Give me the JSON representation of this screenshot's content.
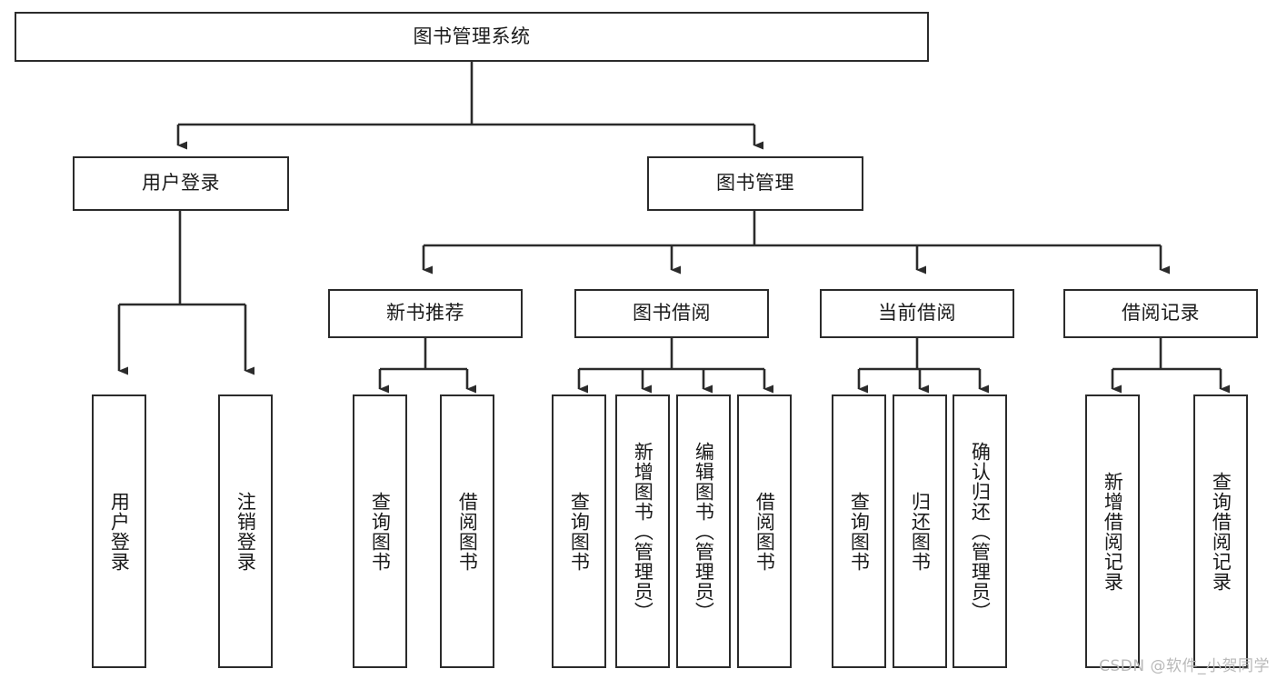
{
  "diagram": {
    "title": "图书管理系统",
    "type": "tree-hierarchy-diagram",
    "watermark": "CSDN @软件_小贺同学",
    "colors": {
      "box_border": "#2b2b2b",
      "box_fill": "#ffffff",
      "line": "#2b2b2b",
      "text": "#1a1a1a",
      "watermark": "#b9b9b9",
      "background": "#ffffff"
    },
    "root": {
      "label": "图书管理系统"
    },
    "level2": [
      {
        "id": "user-login",
        "label": "用户登录"
      },
      {
        "id": "book-manage",
        "label": "图书管理"
      }
    ],
    "level3": [
      {
        "id": "new-book-recommend",
        "label": "新书推荐"
      },
      {
        "id": "book-borrow",
        "label": "图书借阅"
      },
      {
        "id": "current-borrow",
        "label": "当前借阅"
      },
      {
        "id": "borrow-record",
        "label": "借阅记录"
      }
    ],
    "leaves": {
      "user_login": [
        {
          "id": "leaf-user-login",
          "label": "用户登录"
        },
        {
          "id": "leaf-logout-login",
          "label": "注销登录"
        }
      ],
      "new_book_recommend": [
        {
          "id": "leaf-query-book-1",
          "label": "查询图书"
        },
        {
          "id": "leaf-borrow-book-1",
          "label": "借阅图书"
        }
      ],
      "book_borrow": [
        {
          "id": "leaf-query-book-2",
          "label": "查询图书"
        },
        {
          "id": "leaf-add-book",
          "label": "新增图书（管理员）"
        },
        {
          "id": "leaf-edit-book",
          "label": "编辑图书（管理员）"
        },
        {
          "id": "leaf-borrow-book-2",
          "label": "借阅图书"
        }
      ],
      "current_borrow": [
        {
          "id": "leaf-query-book-3",
          "label": "查询图书"
        },
        {
          "id": "leaf-return-book",
          "label": "归还图书"
        },
        {
          "id": "leaf-confirm-return",
          "label": "确认归还（管理员）"
        }
      ],
      "borrow_record": [
        {
          "id": "leaf-add-record",
          "label": "新增借阅记录"
        },
        {
          "id": "leaf-query-record",
          "label": "查询借阅记录"
        }
      ]
    }
  }
}
